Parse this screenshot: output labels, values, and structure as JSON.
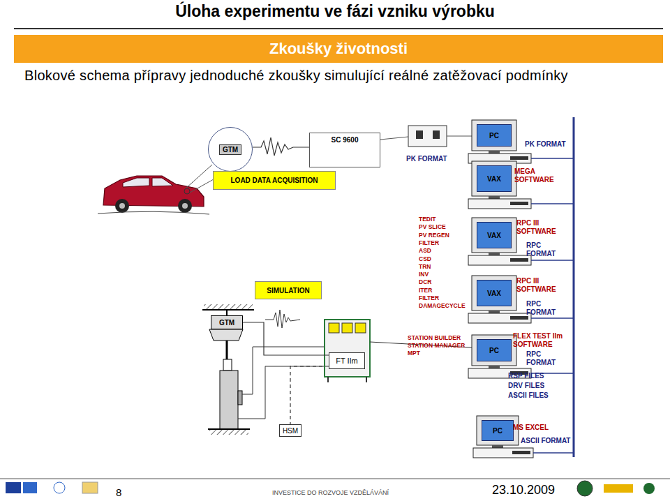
{
  "diagram": {
    "title": "Úloha experimentu ve fázi vzniku výrobku",
    "nodes": [
      {
        "text": [
          "Zkoušky životnosti"
        ]
      },
      {
        "text": [
          "GTM"
        ]
      },
      {
        "text": [
          "LOAD DATA ACQUISITION"
        ]
      },
      {
        "text": [
          "SC 9600"
        ]
      },
      {
        "text": [
          "PC"
        ]
      },
      {
        "text": [
          "VAX"
        ]
      },
      {
        "text": [
          "VAX"
        ]
      },
      {
        "text": [
          "VAX"
        ]
      },
      {
        "text": [
          "SIMULATION"
        ]
      },
      {
        "text": [
          "GTM"
        ]
      },
      {
        "text": [
          "FT IIm"
        ]
      },
      {
        "text": [
          "PC"
        ]
      },
      {
        "text": [
          "HSM"
        ]
      },
      {
        "text": [
          "PC"
        ]
      }
    ],
    "edges": [
      {
        "from": 1,
        "to": 3,
        "arrow": "none"
      },
      {
        "from": 10,
        "to": 9,
        "arrow": "none"
      },
      {
        "from": 10,
        "to": 12,
        "arrow": "none"
      }
    ],
    "labels": [
      "PK FORMAT",
      "PK FORMAT",
      "MEGA SOFTWARE",
      "TEDIT",
      "PV SLICE",
      "PV REGEN",
      "FILTER",
      "ASD",
      "CSD",
      "TRN",
      "INV",
      "DCR",
      "ITER",
      "FILTER",
      "DAMAGECYCLE",
      "RPC III SOFTWARE",
      "RPC FORMAT",
      "RPC III SOFTWARE",
      "RPC FORMAT",
      "STATION BUILDER",
      "STATION MANAGER",
      "MPT",
      "FLEX TEST IIm SOFTWARE",
      "RPC FORMAT",
      "RSP FILES",
      "DRV FILES",
      "ASCII FILES",
      "MS EXCEL",
      "ASCII FORMAT",
      "Blokové schema přípravy jednoduché zkoušky simulující reálné zatěžovací podmínky",
      "8",
      "INVESTICE DO ROZVOJE VZDĚLÁVÁNÍ",
      "23.10.2009"
    ]
  }
}
